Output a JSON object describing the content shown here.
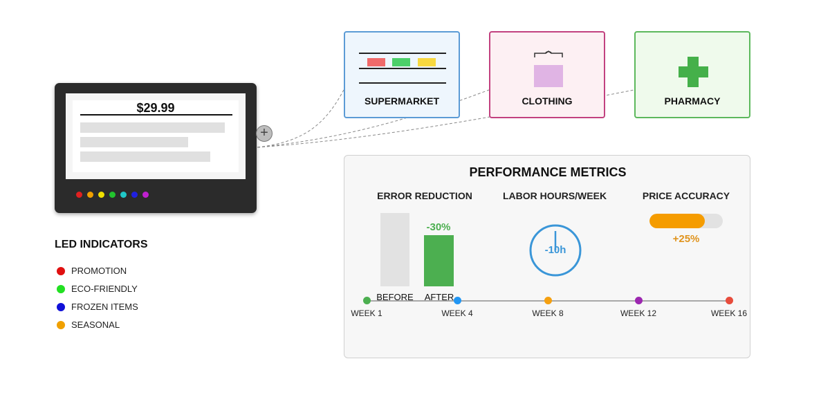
{
  "device": {
    "price": "$29.99",
    "led_colors": [
      "#e02020",
      "#f0a000",
      "#f0e000",
      "#22c32e",
      "#20c8c8",
      "#2020e0",
      "#c020d0"
    ]
  },
  "expand_button_label": "+",
  "legend": {
    "title": "LED INDICATORS",
    "items": [
      {
        "label": "PROMOTION",
        "color": "#e01010"
      },
      {
        "label": "ECO-FRIENDLY",
        "color": "#22e022"
      },
      {
        "label": "FROZEN ITEMS",
        "color": "#1010d8"
      },
      {
        "label": "SEASONAL",
        "color": "#f0a000"
      }
    ]
  },
  "stores": [
    {
      "label": "SUPERMARKET",
      "icon": "shelf-icon"
    },
    {
      "label": "CLOTHING",
      "icon": "hanger-shirt-icon"
    },
    {
      "label": "PHARMACY",
      "icon": "medical-cross-icon"
    }
  ],
  "metrics": {
    "title": "PERFORMANCE METRICS",
    "error_reduction": {
      "heading": "ERROR REDUCTION",
      "before_label": "BEFORE",
      "after_label": "AFTER",
      "change": "-30%",
      "after_fraction": 0.7
    },
    "labor": {
      "heading": "LABOR HOURS/WEEK",
      "value": "-10h"
    },
    "price_accuracy": {
      "heading": "PRICE ACCURACY",
      "value": "+25%",
      "fill_fraction": 0.75
    },
    "timeline": [
      {
        "label": "WEEK 1",
        "color": "#4caf50"
      },
      {
        "label": "WEEK 4",
        "color": "#2196f3"
      },
      {
        "label": "WEEK 8",
        "color": "#f5a010"
      },
      {
        "label": "WEEK 12",
        "color": "#9c27b0"
      },
      {
        "label": "WEEK 16",
        "color": "#e74c3c"
      }
    ]
  }
}
